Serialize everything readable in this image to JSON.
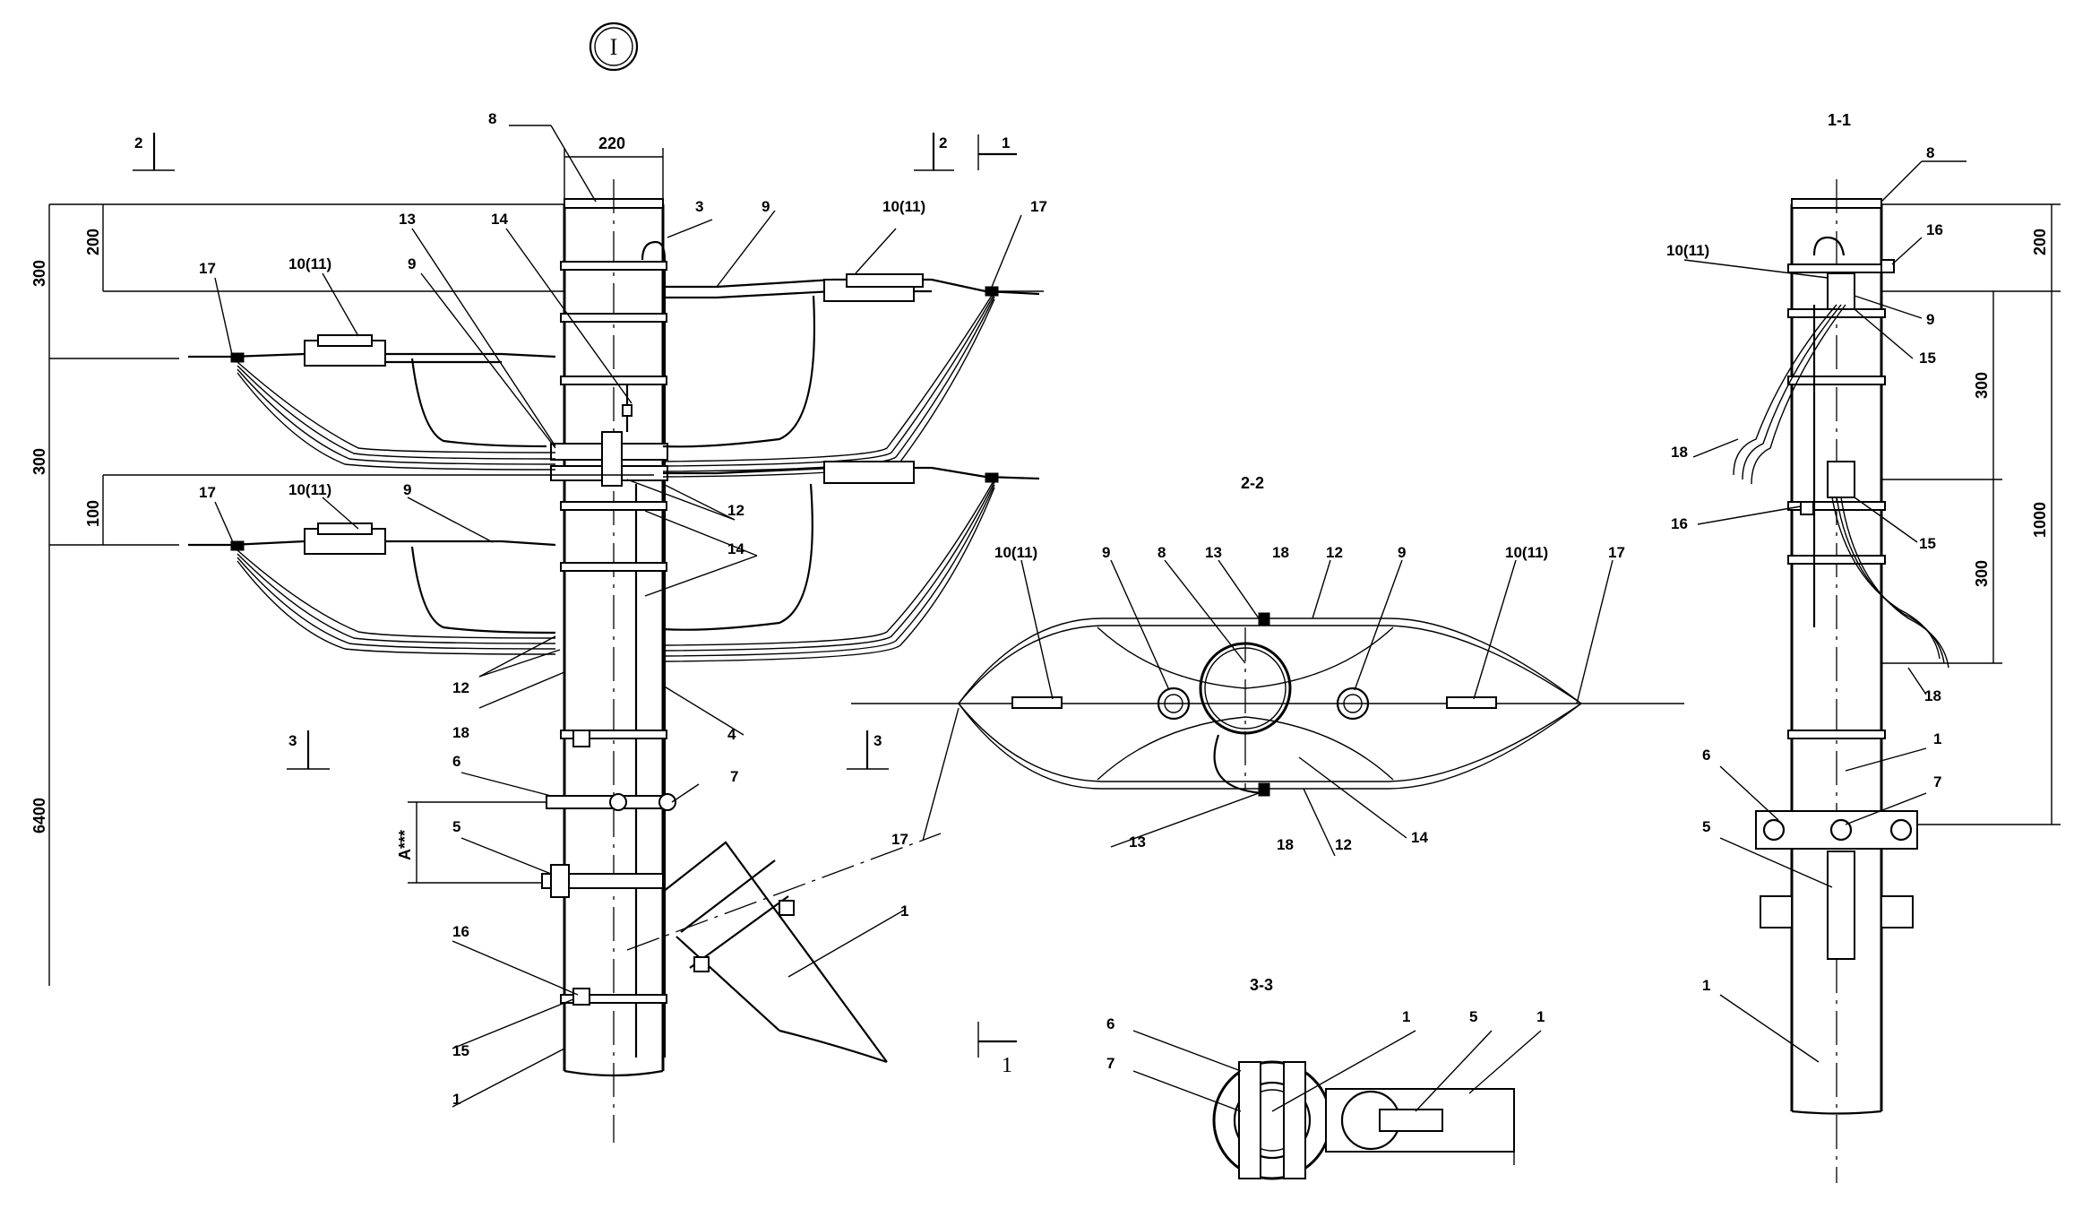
{
  "sheet_mark": "I",
  "sections": {
    "s11": "1-1",
    "s22": "2-2",
    "s33": "3-3"
  },
  "cut_marks": {
    "c1": "1",
    "c2": "2",
    "c3": "3"
  },
  "labels": {
    "pos1": "1",
    "pos3": "3",
    "pos4": "4",
    "pos5": "5",
    "pos6": "6",
    "pos7": "7",
    "pos8": "8",
    "pos9": "9",
    "pos10": "10(11)",
    "pos12": "12",
    "pos13": "13",
    "pos14": "14",
    "pos15": "15",
    "pos16": "16",
    "pos17": "17",
    "pos18": "18"
  },
  "dimensions": {
    "d220": "220",
    "d300": "300",
    "d200": "200",
    "d100": "100",
    "d6400": "6400",
    "d1000": "1000",
    "dA": "A***"
  },
  "colors": {
    "ink": "#000000",
    "paper": "#ffffff"
  }
}
